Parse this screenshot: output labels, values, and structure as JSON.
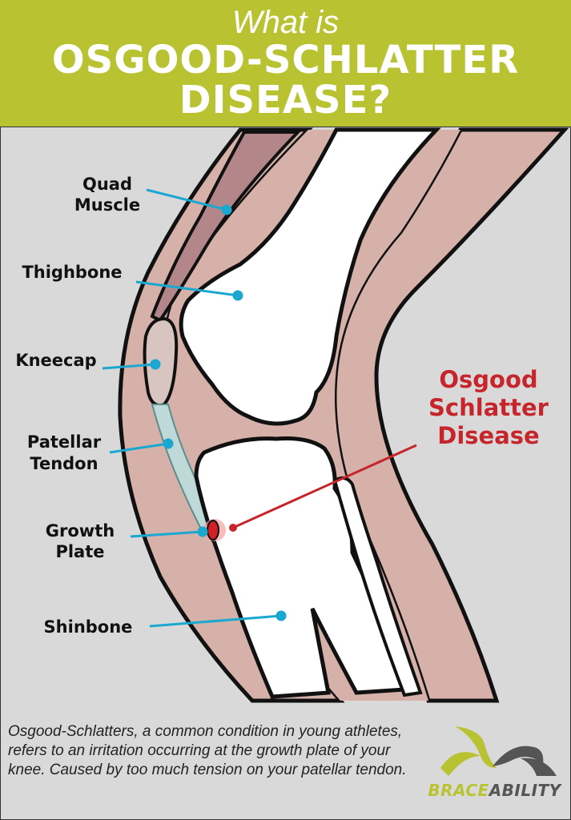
{
  "header": {
    "subtitle": "What is",
    "title_line1": "OSGOOD-SCHLATTER",
    "title_line2": "DISEASE?"
  },
  "labels": {
    "quad_line1": "Quad",
    "quad_line2": "Muscle",
    "thighbone": "Thighbone",
    "kneecap": "Kneecap",
    "patellar_line1": "Patellar",
    "patellar_line2": "Tendon",
    "growth_line1": "Growth",
    "growth_line2": "Plate",
    "shinbone": "Shinbone"
  },
  "callout": {
    "line1": "Osgood",
    "line2": "Schlatter",
    "line3": "Disease"
  },
  "caption": "Osgood-Schlatters, a common condition in young athletes, refers to an irritation occurring at the growth plate of your knee. Caused by too much tension on your patellar tendon.",
  "brand": {
    "part1": "BRACE",
    "part2": "ABILITY"
  },
  "colors": {
    "header_green": "#b9c332",
    "skin": "#d6b1a9",
    "muscle": "#b3878a",
    "bone": "#ffffff",
    "tendon": "#bfd8d8",
    "pointer_blue": "#1aa7d0",
    "callout_red": "#c6262b",
    "panel_gray": "#d9d9d9"
  }
}
